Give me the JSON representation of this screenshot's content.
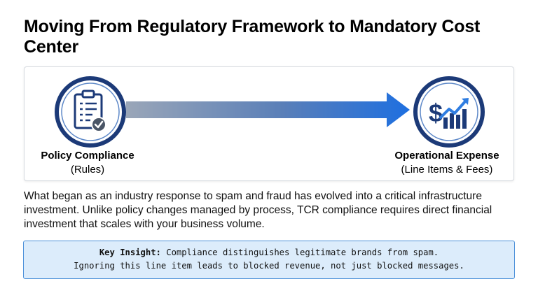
{
  "title": "Moving From Regulatory Framework to Mandatory Cost Center",
  "diagram": {
    "left_node": {
      "icon": "clipboard-check-icon",
      "label_line1": "Policy Compliance",
      "label_line2": "(Rules)"
    },
    "right_node": {
      "icon": "dollar-chart-icon",
      "label_line1": "Operational Expense",
      "label_line2": "(Line Items & Fees)"
    },
    "arrow": "gradient-right-arrow",
    "colors": {
      "navy": "#1c3a78",
      "accent_blue": "#2f7de1",
      "arrow_start": "#9aa6b8",
      "arrow_end": "#1e6fe0"
    }
  },
  "body_text": "What began as an industry response to spam and fraud has evolved into a critical infrastructure investment. Unlike policy changes managed by process, TCR compliance requires direct financial investment that scales with your business volume.",
  "insight": {
    "label": "Key Insight:",
    "line1": "Compliance distinguishes legitimate brands from spam.",
    "line2": "Ignoring this line item leads to blocked revenue, not just blocked messages."
  }
}
